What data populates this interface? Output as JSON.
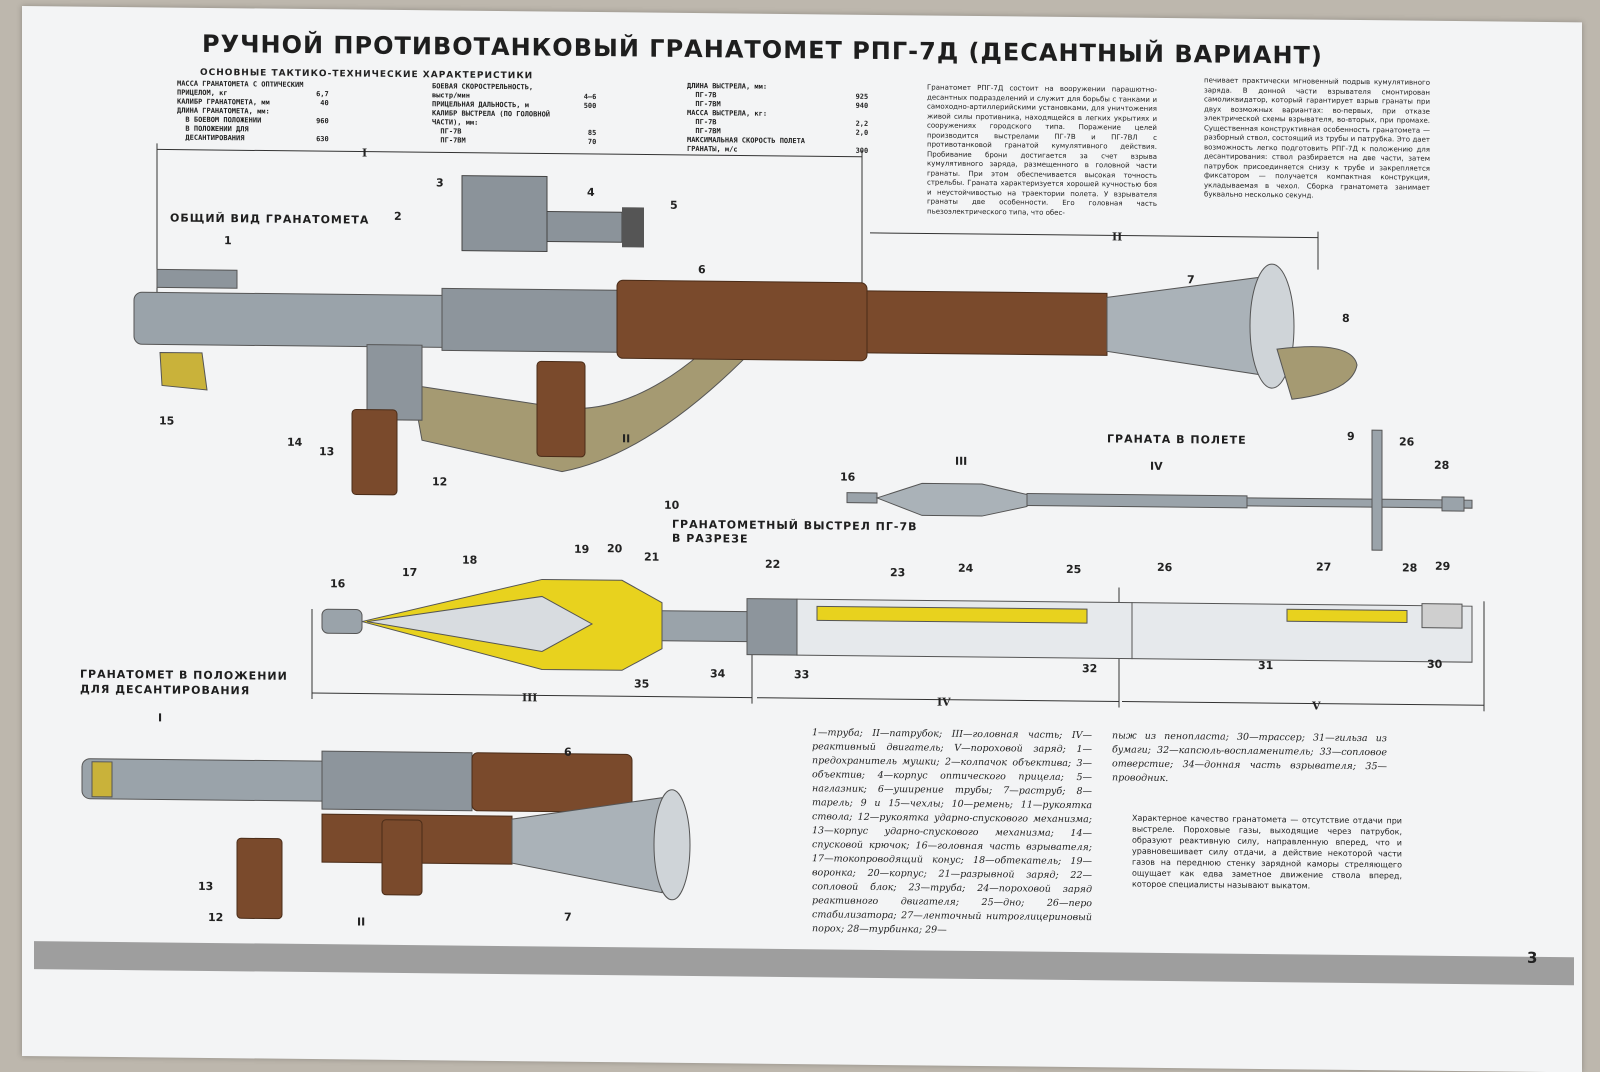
{
  "title": "РУЧНОЙ ПРОТИВОТАНКОВЫЙ ГРАНАТОМЕТ РПГ-7Д (ДЕСАНТНЫЙ ВАРИАНТ)",
  "specs_heading": "ОСНОВНЫЕ ТАКТИКО-ТЕХНИЧЕСКИЕ ХАРАКТЕРИСТИКИ",
  "specs": {
    "col1": "МАССА ГРАНАТОМЕТА С ОПТИЧЕСКИМ\nПРИЦЕЛОМ, кг                     6,7\nКАЛИБР ГРАНАТОМЕТА, мм            40\nДЛИНА ГРАНАТОМЕТА, мм:\n  В БОЕВОМ ПОЛОЖЕНИИ             960\n  В ПОЛОЖЕНИИ ДЛЯ\n  ДЕСАНТИРОВАНИЯ                 630",
    "col2": "БОЕВАЯ СКОРОСТРЕЛЬНОСТЬ,\nвыстр/мин                           4—6\nПРИЦЕЛЬНАЯ ДАЛЬНОСТЬ, м             500\nКАЛИБР ВЫСТРЕЛА (ПО ГОЛОВНОЙ\nЧАСТИ), мм:\n  ПГ-7В                              85\n  ПГ-7ВМ                             70",
    "col3": "ДЛИНА ВЫСТРЕЛА, мм:\n  ПГ-7В                                 925\n  ПГ-7ВМ                                940\nМАССА ВЫСТРЕЛА, кг:\n  ПГ-7В                                 2,2\n  ПГ-7ВМ                                2,0\nМАКСИМАЛЬНАЯ СКОРОСТЬ ПОЛЕТА\nГРАНАТЫ, м/с                            300"
  },
  "description": {
    "col1": "Гранатомет РПГ-7Д состоит на вооружении парашютно-десантных подразделений и служит для борьбы с танками и самоходно-артиллерийскими установками, для уничтожения живой силы противника, находящейся в легких укрытиях и сооружениях городского типа. Поражение целей производится выстрелами ПГ-7В и ПГ-7ВЛ с противотанковой гранатой кумулятивного действия. Пробивание брони достигается за счет взрыва кумулятивного заряда, размещенного в головной части гранаты. При этом обеспечивается высокая точность стрельбы. Граната характеризуется хорошей кучностью боя и неустойчивостью на траектории полета. У взрывателя гранаты две особенности. Его головная часть пьезоэлектрического типа, что обес-",
    "col2": "печивает практически мгновенный подрыв кумулятивного заряда. В донной части взрывателя смонтирован самоликвидатор, который гарантирует взрыв гранаты при двух возможных вариантах: во-первых, при отказе электрической схемы взрывателя, во-вторых, при промахе. Существенная конструктивная особенность гранатомета — разборный ствол, состоящий из трубы и патрубка. Это дает возможность легко подготовить РПГ-7Д к положению для десантирования: ствол разбирается на две части, затем патрубок присоединяется снизу к трубе и закрепляется фиксатором — получается компактная конструкция, укладываемая в чехол. Сборка гранатомета занимает буквально несколько секунд."
  },
  "section_labels": {
    "general_view": "ОБЩИЙ ВИД ГРАНАТОМЕТА",
    "grenade_flight": "ГРАНАТА В ПОЛЕТЕ",
    "cutaway": "ГРАНАТОМЕТНЫЙ ВЫСТРЕЛ ПГ-7В\nВ РАЗРЕЗЕ",
    "landing_position": "ГРАНАТОМЕТ В ПОЛОЖЕНИИ\nДЛЯ ДЕСАНТИРОВАНИЯ"
  },
  "dimension_marks": [
    "I",
    "II",
    "III",
    "IV",
    "V"
  ],
  "legend": {
    "col1": "1—труба; II—патрубок; III—головная часть; IV—реактивный двигатель; V—пороховой заряд; 1—предохранитель мушки; 2—колпачок объектива; 3—объектив; 4—корпус оптического прицела; 5—наглазник; 6—уширение трубы; 7—раструб; 8—тарель; 9 и 15—чехлы; 10—ремень; 11—рукоятка ствола; 12—рукоятка ударно-спускового механизма; 13—корпус ударно-спускового механизма; 14—спусковой крючок; 16—головная часть взрывателя; 17—токопроводящий конус; 18—обтекатель; 19—воронка; 20—корпус; 21—разрывной заряд; 22—сопловой блок; 23—труба; 24—пороховой заряд реактивного двигателя; 25—дно; 26—перо стабилизатора; 27—ленточный нитроглицериновый порох; 28—турбинка; 29—",
    "col2": "пыж из пенопласта; 30—трассер; 31—гильза из бумаги; 32—капсюль-воспламенитель; 33—сопловое отверстие; 34—донная часть взрывателя; 35—проводник."
  },
  "note": "Характерное качество гранатомета — отсутствие отдачи при выстреле. Пороховые газы, выходящие через патрубок, образуют реактивную силу, направленную вперед, что и уравновешивает силу отдачи, а действие некоторой части газов на переднюю стенку зарядной каморы стреляющего ощущает как едва заметное движение ствола вперед, которое специалисты называют выкатом.",
  "page_number": "3",
  "callouts": {
    "general": [
      "1",
      "2",
      "3",
      "4",
      "5",
      "6",
      "7",
      "8",
      "9",
      "10",
      "II",
      "12",
      "13",
      "14",
      "15"
    ],
    "flight": [
      "16",
      "III",
      "IV",
      "26",
      "28"
    ],
    "cutaway": [
      "16",
      "17",
      "18",
      "19",
      "20",
      "21",
      "22",
      "23",
      "24",
      "25",
      "26",
      "27",
      "28",
      "29",
      "35",
      "34",
      "33",
      "32",
      "31",
      "30"
    ],
    "landing": [
      "I",
      "6",
      "13",
      "12",
      "II",
      "7"
    ]
  },
  "colors": {
    "wood": "#7a4a2c",
    "metal": "#9aa3aa",
    "charge": "#e8d21e",
    "strap": "#a59a72",
    "cover": "#c9b23a"
  }
}
